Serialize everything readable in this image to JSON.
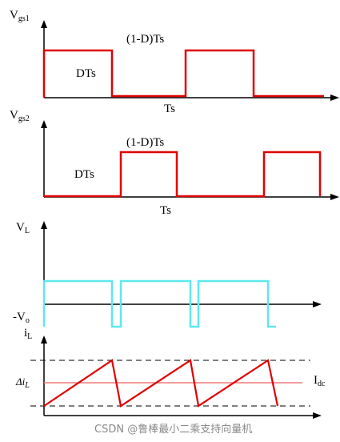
{
  "panel_vgs1": {
    "y_main": "V",
    "y_sub": "gs1",
    "label_high": "DTs",
    "label_low": "(1-D)Ts",
    "label_period": "Ts",
    "line_color": "#e00000"
  },
  "panel_vgs2": {
    "y_main": "V",
    "y_sub": "gs2",
    "label_high": "(1-D)Ts",
    "label_low": "DTs",
    "label_period": "Ts",
    "line_color": "#e00000"
  },
  "panel_vl": {
    "y_main": "V",
    "y_sub": "L",
    "neg_main": "-V",
    "neg_sub": "o",
    "line_color": "#5ee8ee"
  },
  "panel_il": {
    "y_main": "i",
    "y_sub": "L",
    "ripple_main": "Δi",
    "ripple_sub": "L",
    "avg_main": "I",
    "avg_sub": "dc",
    "line_color": "#e00000",
    "avg_color": "#f07a7a"
  },
  "watermark": "CSDN @鲁棒最小二乘支持向量机"
}
